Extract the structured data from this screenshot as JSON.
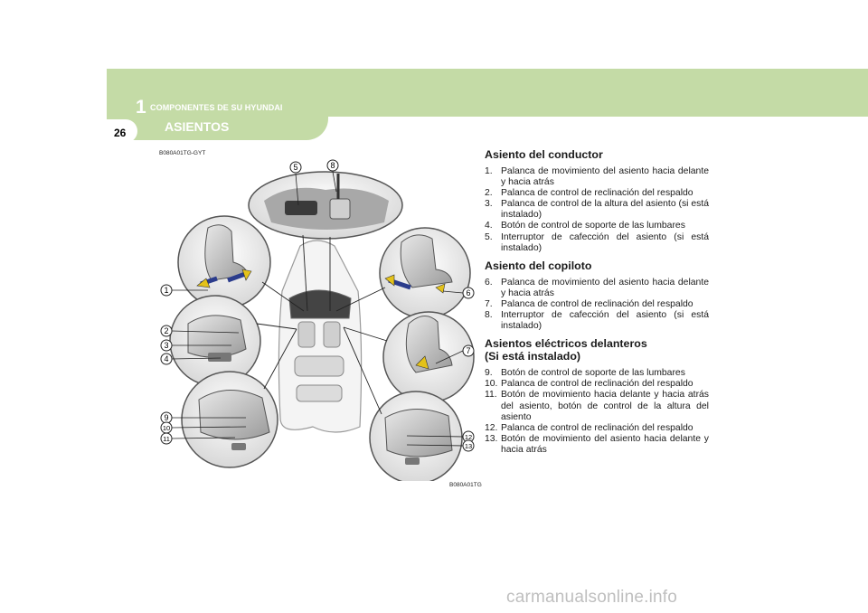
{
  "header": {
    "chapter_number": "1",
    "chapter_title": "COMPONENTES DE SU HYUNDAI",
    "page_number": "26",
    "section_title": "ASIENTOS"
  },
  "figure": {
    "code_top": "B080A01TG-GYT",
    "code_bottom": "B080A01TG",
    "callouts": [
      "1",
      "2",
      "3",
      "4",
      "5",
      "6",
      "7",
      "8",
      "9",
      "10",
      "11",
      "12",
      "13"
    ]
  },
  "driver_seat": {
    "heading": "Asiento del conductor",
    "items": [
      {
        "num": "1.",
        "text": "Palanca de movimiento del asiento hacia delante y hacia atrás"
      },
      {
        "num": "2.",
        "text": "Palanca de control de reclinación del respaldo"
      },
      {
        "num": "3.",
        "text": "Palanca de control de la altura del asiento (si está instalado)"
      },
      {
        "num": "4.",
        "text": "Botón de control de soporte de las lumbares"
      },
      {
        "num": "5.",
        "text": "Interruptor de cafección del asiento (si está instalado)"
      }
    ]
  },
  "passenger_seat": {
    "heading": "Asiento del copiloto",
    "items": [
      {
        "num": "6.",
        "text": "Palanca de movimiento del asiento hacia delante y hacia atrás"
      },
      {
        "num": "7.",
        "text": "Palanca de control de reclinación del respaldo"
      },
      {
        "num": "8.",
        "text": "Interruptor de cafección del asiento (si está instalado)"
      }
    ]
  },
  "power_seats": {
    "heading_line1": "Asientos eléctricos delanteros",
    "heading_line2": "(Si está instalado)",
    "items": [
      {
        "num": "9.",
        "text": "Botón de control de soporte de las lumbares"
      },
      {
        "num": "10.",
        "text": "Palanca de control de reclinación del respaldo"
      },
      {
        "num": "11.",
        "text": "Botón de movimiento hacia delante y hacia atrás del asiento, botón de control de la altura del asiento"
      },
      {
        "num": "12.",
        "text": "Palanca de control de reclinación del respaldo"
      },
      {
        "num": "13.",
        "text": "Botón de movimiento del asiento hacia delante y hacia atrás"
      }
    ]
  },
  "watermark": "carmanualsonline.info"
}
